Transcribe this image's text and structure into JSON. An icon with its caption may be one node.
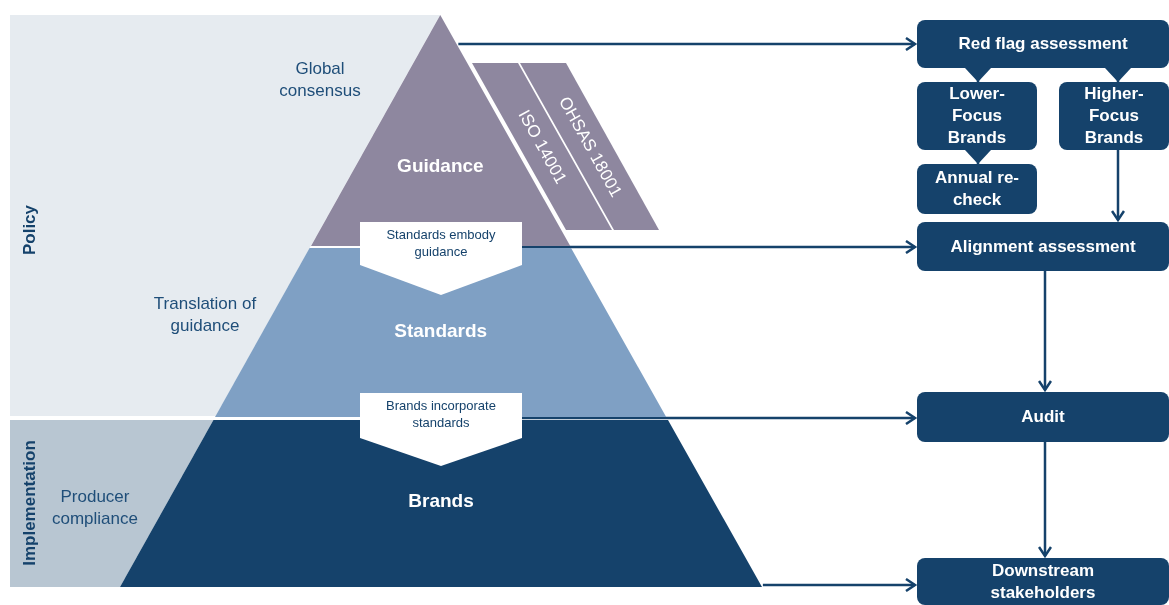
{
  "diagram": {
    "nodes": [
      {
        "text": [
          "Policy"
        ]
      },
      {
        "text": [
          "Implementation"
        ]
      },
      {
        "text": [
          "Guidance"
        ]
      },
      {
        "text": [
          "Standards"
        ]
      },
      {
        "text": [
          "Brands"
        ]
      },
      {
        "text": [
          "ISO 14001"
        ]
      },
      {
        "text": [
          "OHSAS 18001"
        ]
      },
      {
        "text": [
          "Standards embody guidance"
        ]
      },
      {
        "text": [
          "Brands incorporate standards"
        ]
      },
      {
        "text": [
          "Red flag assessment"
        ]
      },
      {
        "text": [
          "Lower-Focus Brands"
        ]
      },
      {
        "text": [
          "Higher-Focus Brands"
        ]
      },
      {
        "text": [
          "Annual re-check"
        ]
      },
      {
        "text": [
          "Alignment assessment"
        ]
      },
      {
        "text": [
          "Audit"
        ]
      },
      {
        "text": [
          "Downstream stakeholders"
        ]
      }
    ],
    "edges": [
      {
        "from": 2,
        "to": 9,
        "arrow": "to"
      },
      {
        "from": 7,
        "to": 13,
        "arrow": "to"
      },
      {
        "from": 8,
        "to": 14,
        "arrow": "to"
      },
      {
        "from": 4,
        "to": 15,
        "arrow": "to"
      },
      {
        "from": 9,
        "to": 10,
        "arrow": "to"
      },
      {
        "from": 9,
        "to": 11,
        "arrow": "to"
      },
      {
        "from": 10,
        "to": 12,
        "arrow": "to"
      },
      {
        "from": 11,
        "to": 13,
        "arrow": "to"
      },
      {
        "from": 13,
        "to": 14,
        "arrow": "to"
      },
      {
        "from": 14,
        "to": 15,
        "arrow": "to"
      }
    ],
    "labels": [
      "Global consensus",
      "Translation of guidance",
      "Producer compliance"
    ]
  }
}
